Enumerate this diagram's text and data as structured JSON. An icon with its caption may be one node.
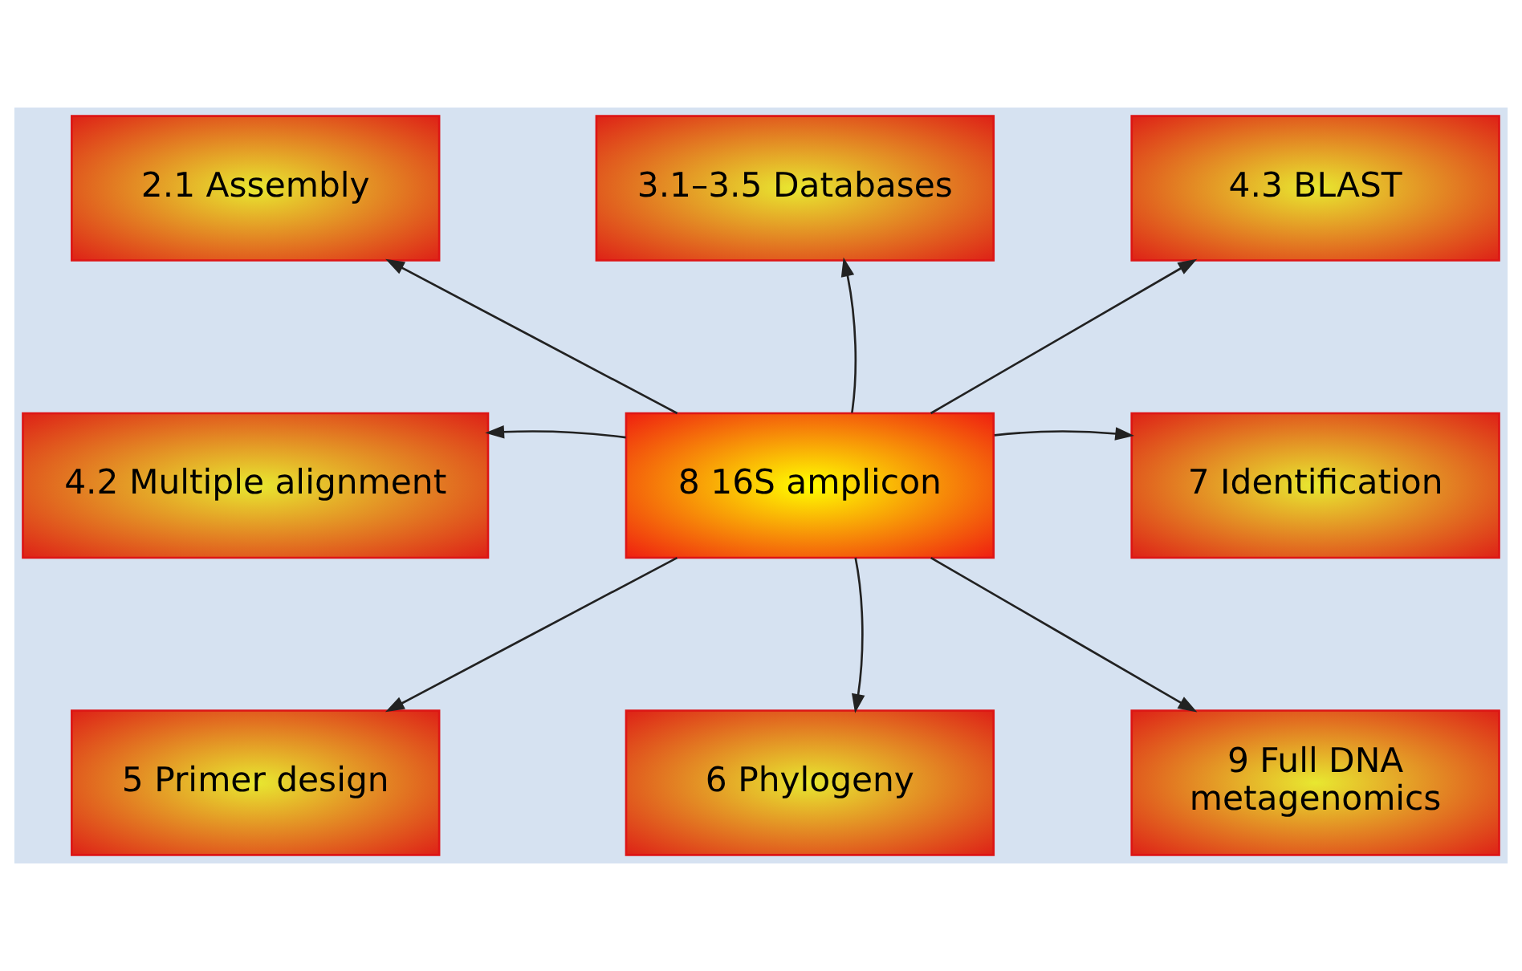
{
  "diagram": {
    "nodes": [
      {
        "text": [
          "2.1 Assembly"
        ]
      },
      {
        "text": [
          "3.1–3.5 Databases"
        ]
      },
      {
        "text": [
          "4.3 BLAST"
        ]
      },
      {
        "text": [
          "4.2 Multiple alignment"
        ]
      },
      {
        "text": [
          "8 16S amplicon"
        ]
      },
      {
        "text": [
          "7 Identification"
        ]
      },
      {
        "text": [
          "5 Primer design"
        ]
      },
      {
        "text": [
          "6 Phylogeny"
        ]
      },
      {
        "text": [
          "9 Full DNA metagenomics"
        ]
      }
    ],
    "edges": [
      {
        "from": 4,
        "to": 0,
        "arrow": "to"
      },
      {
        "from": 4,
        "to": 1,
        "arrow": "to"
      },
      {
        "from": 4,
        "to": 2,
        "arrow": "to"
      },
      {
        "from": 4,
        "to": 3,
        "arrow": "to"
      },
      {
        "from": 4,
        "to": 5,
        "arrow": "to"
      },
      {
        "from": 4,
        "to": 6,
        "arrow": "to"
      },
      {
        "from": 4,
        "to": 7,
        "arrow": "to"
      },
      {
        "from": 4,
        "to": 8,
        "arrow": "to"
      }
    ]
  }
}
